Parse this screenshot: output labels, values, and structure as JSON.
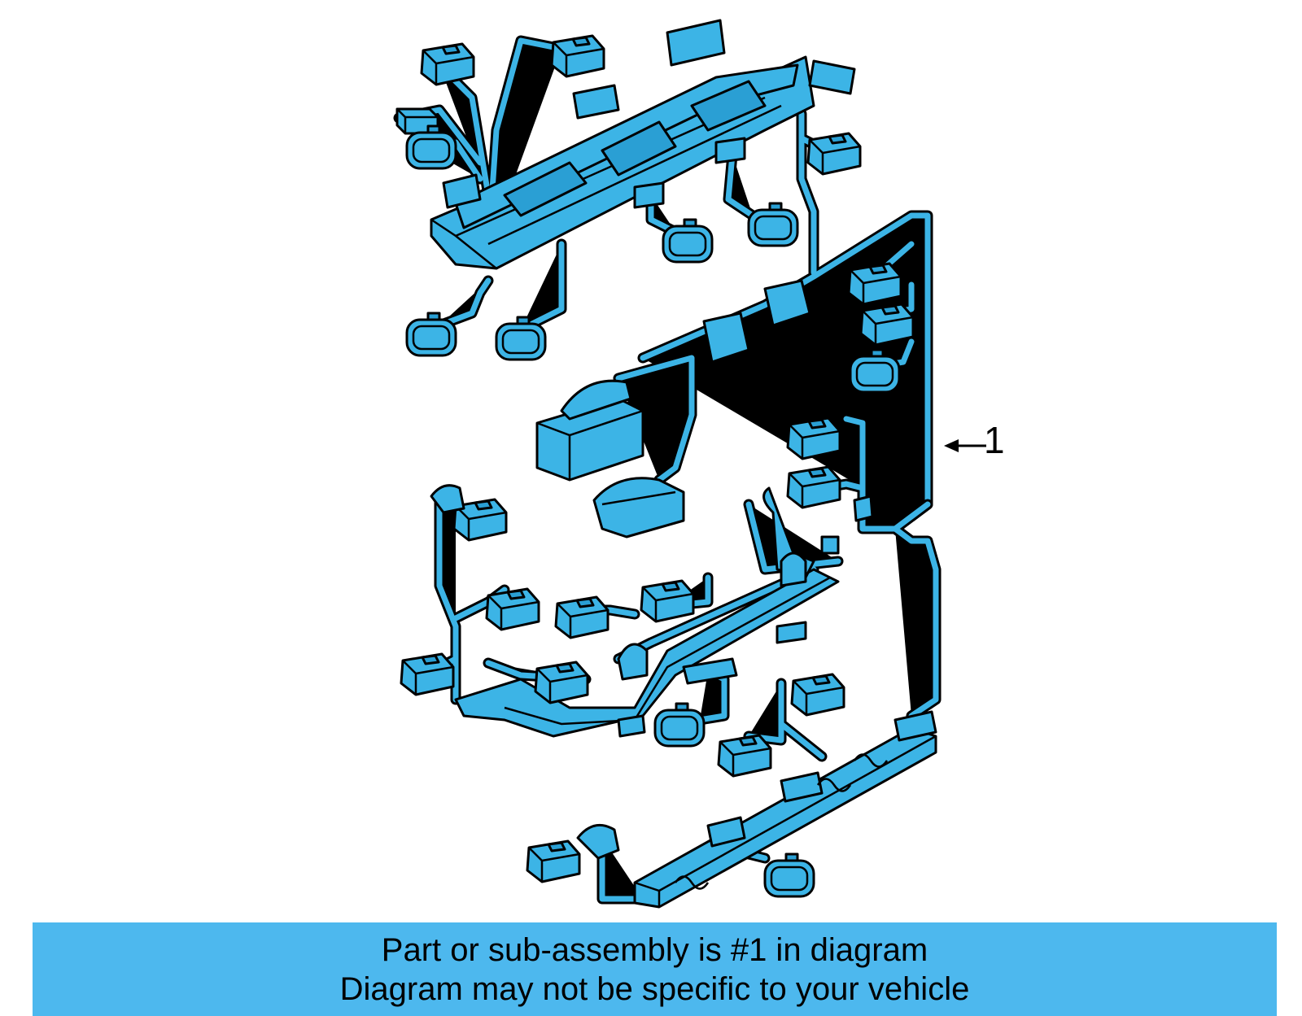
{
  "callout": {
    "label": "1"
  },
  "banner": {
    "line1": "Part or sub-assembly is #1 in diagram",
    "line2": "Diagram may not be specific to your vehicle"
  },
  "colors": {
    "part_fill": "#3cb4e6",
    "banner_bg": "#4db8ee",
    "outline": "#000000"
  }
}
